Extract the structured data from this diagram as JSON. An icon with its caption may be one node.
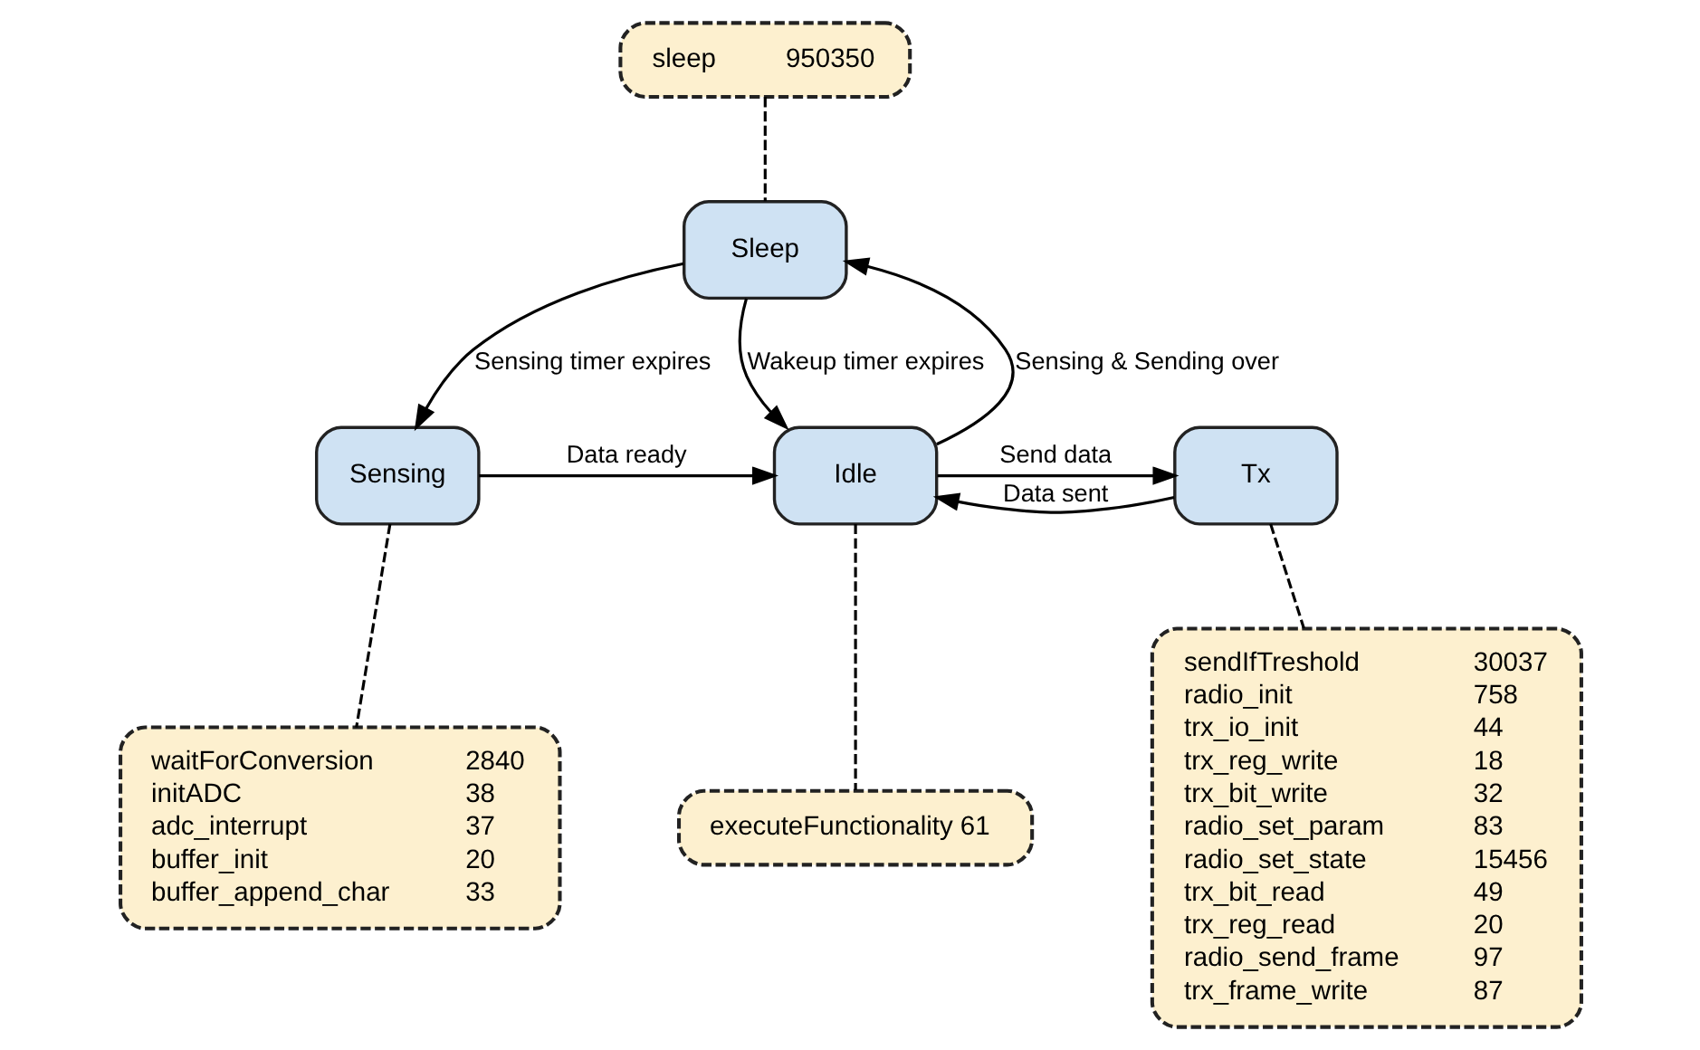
{
  "diagram": {
    "nodes": [
      {
        "text": [
          "sleep",
          "950350"
        ]
      },
      {
        "text": [
          "Sleep"
        ]
      },
      {
        "text": [
          "Sensing"
        ]
      },
      {
        "text": [
          "Idle"
        ]
      },
      {
        "text": [
          "Tx"
        ]
      },
      {
        "text": [
          "waitForConversion",
          "2840",
          "initADC",
          "38",
          "adc_interrupt",
          "37",
          "buffer_init",
          "20",
          "buffer_append_char",
          "33"
        ]
      },
      {
        "text": [
          "executeFunctionality 61"
        ]
      },
      {
        "text": [
          "sendIfTreshold",
          "30037",
          "radio_init",
          "758",
          "trx_io_init",
          "44",
          "trx_reg_write",
          "18",
          "trx_bit_write",
          "32",
          "radio_set_param",
          "83",
          "radio_set_state",
          "15456",
          "trx_bit_read",
          "49",
          "trx_reg_read",
          "20",
          "radio_send_frame",
          "97",
          "trx_frame_write",
          "87"
        ]
      }
    ],
    "edges": [
      {
        "from": 0,
        "to": 1,
        "arrow": "none",
        "style": "dashed"
      },
      {
        "from": 1,
        "to": 2,
        "arrow": "to",
        "label": "Sensing timer expires"
      },
      {
        "from": 1,
        "to": 3,
        "arrow": "to",
        "label": "Wakeup timer expires"
      },
      {
        "from": 3,
        "to": 1,
        "arrow": "to",
        "label": "Sensing & Sending over"
      },
      {
        "from": 2,
        "to": 3,
        "arrow": "to",
        "label": "Data ready"
      },
      {
        "from": 3,
        "to": 4,
        "arrow": "to",
        "label": "Send data"
      },
      {
        "from": 4,
        "to": 3,
        "arrow": "to",
        "label": "Data sent"
      },
      {
        "from": 2,
        "to": 5,
        "arrow": "none",
        "style": "dashed"
      },
      {
        "from": 3,
        "to": 6,
        "arrow": "none",
        "style": "dashed"
      },
      {
        "from": 4,
        "to": 7,
        "arrow": "none",
        "style": "dashed"
      }
    ]
  }
}
